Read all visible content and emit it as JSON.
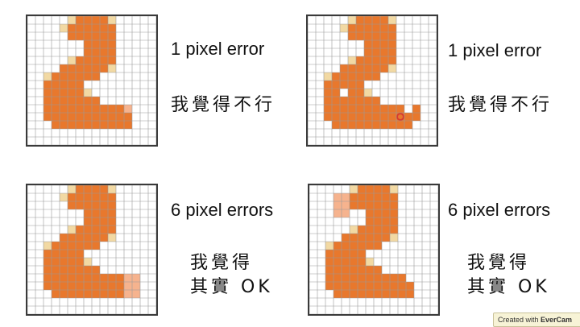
{
  "colors": {
    "orange": "#e8782d",
    "pale_tan": "#f2d9a3",
    "error_pink": "#f6b38e",
    "grid_line": "#9a9a9a",
    "marker_red": "#d83a2e"
  },
  "panels": [
    {
      "caption": "1 pixel error",
      "note": "我覺得不行"
    },
    {
      "caption": "1 pixel error",
      "note": "我覺得不行"
    },
    {
      "caption": "6 pixel errors",
      "note_line1": "我覺得",
      "note_line2": "其實 OK"
    },
    {
      "caption": "6 pixel errors",
      "note_line1": "我覺得",
      "note_line2": "其實 OK"
    }
  ],
  "watermark": {
    "prefix": "Created with ",
    "brand": "EverCam"
  }
}
